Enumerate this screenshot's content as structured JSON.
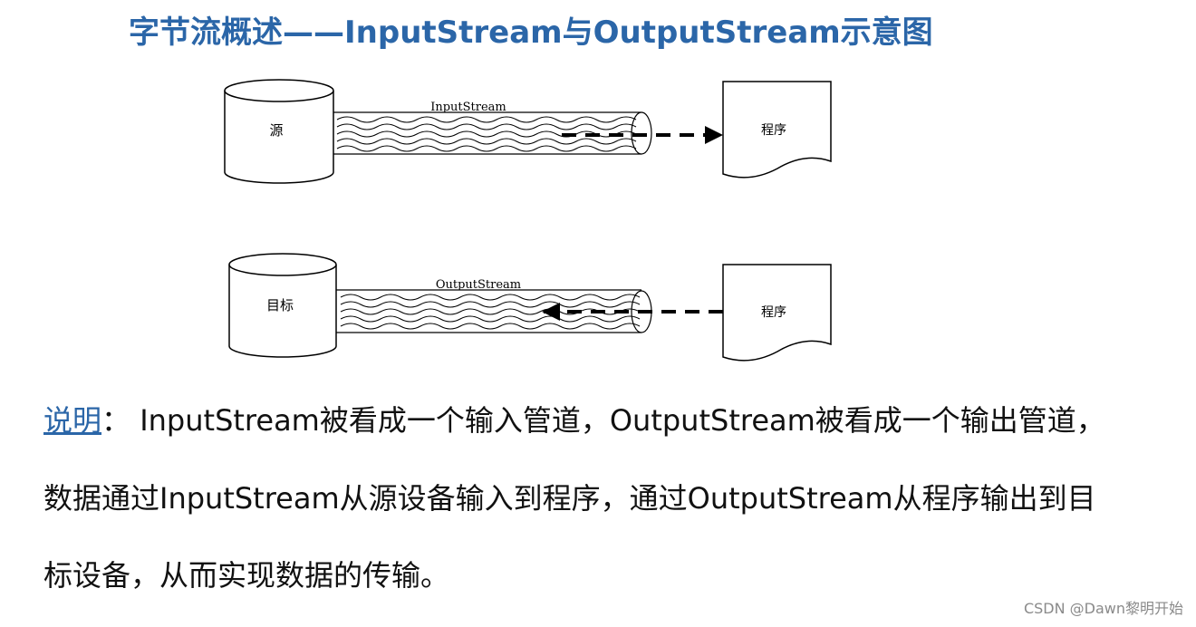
{
  "title": "字节流概述——InputStream与OutputStream示意图",
  "diagram": {
    "top": {
      "source_label": "源",
      "pipe_label": "InputStream",
      "program_label": "程序"
    },
    "bottom": {
      "target_label": "目标",
      "pipe_label": "OutputStream",
      "program_label": "程序"
    }
  },
  "explanation": {
    "lead": "说明",
    "sep": "：",
    "line1": "InputStream被看成一个输入管道，OutputStream被看成一个输出管道，",
    "line2": "数据通过InputStream从源设备输入到程序，通过OutputStream从程序输出到目",
    "line3": "标设备，从而实现数据的传输。"
  },
  "watermark": "CSDN @Dawn黎明开始"
}
